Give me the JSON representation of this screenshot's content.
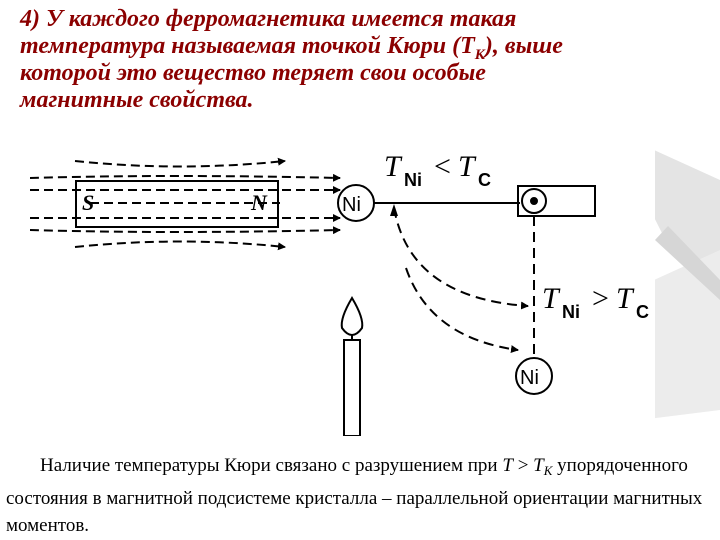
{
  "colors": {
    "heading": "#8b0000",
    "background_shape": "#dcdcdc",
    "figure_ink": "#000000"
  },
  "heading": {
    "line1": "4) У каждого ферромагнетика имеется такая",
    "line2_pre": "температура называемая точкой Кюри (Т",
    "line2_sub": "К",
    "line2_post": "), выше",
    "line3": "которой это вещество теряет свои особые",
    "line4": "магнитные свойства."
  },
  "diagram": {
    "magnet_s": "S",
    "magnet_n": "N",
    "ni_top": "Ni",
    "ni_bottom": "Ni",
    "cond_top": {
      "t": "T",
      "sub": "Ni",
      "op": "<",
      "t2": "T",
      "sub2": "C"
    },
    "cond_bottom": {
      "t": "T",
      "sub": "Ni",
      "op": ">",
      "t2": "T",
      "sub2": "C"
    }
  },
  "body": {
    "text_pre": "Наличие температуры Кюри связано с разрушением при ",
    "t": "T",
    "gt": " > ",
    "t2": "T",
    "sub": "K",
    "text_post": " упорядоченного состояния в магнитной подсистеме кристалла – параллельной ориентации магнитных моментов."
  }
}
